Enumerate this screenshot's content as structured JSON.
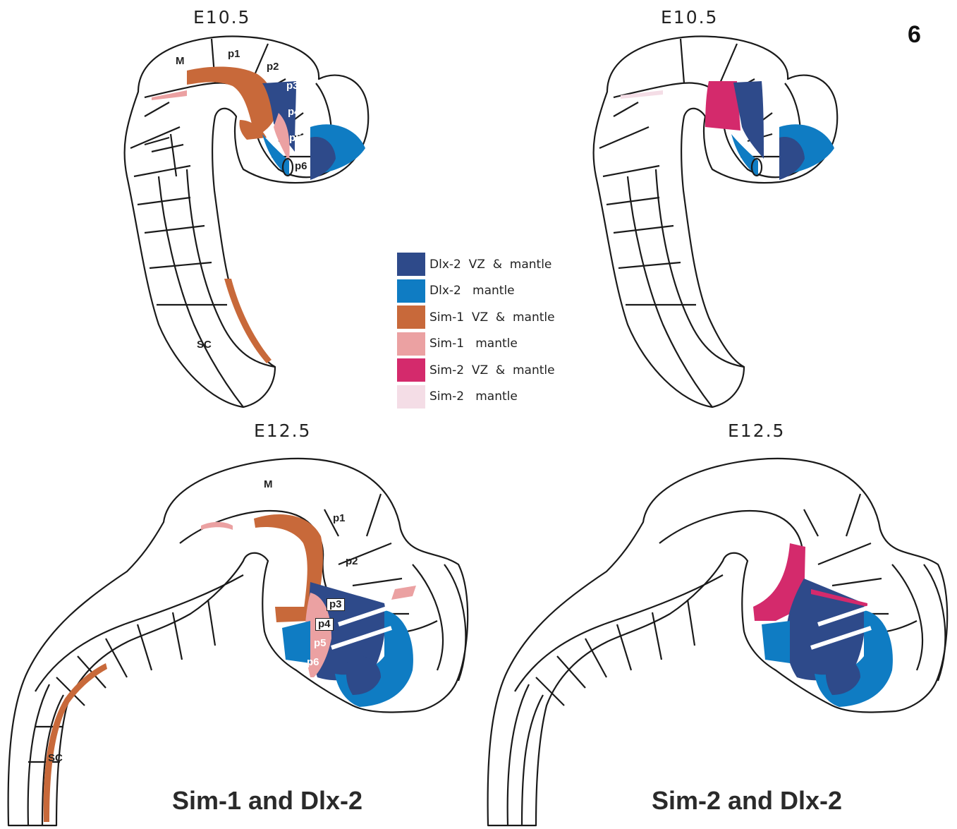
{
  "figure_number": "6",
  "panels": {
    "top_left": {
      "stage": "E10.5",
      "labels": {
        "m": "M",
        "p1": "p1",
        "p2": "p2",
        "p3": "p3",
        "p4": "p4",
        "p5": "p5",
        "p6": "p6",
        "sc": "SC"
      }
    },
    "top_right": {
      "stage": "E10.5"
    },
    "bottom_left": {
      "stage": "E12.5",
      "caption": "Sim-1 and Dlx-2",
      "labels": {
        "m": "M",
        "p1": "p1",
        "p2": "p2",
        "p3": "p3",
        "p4": "p4",
        "p5": "p5",
        "p6": "p6",
        "sc": "SC"
      }
    },
    "bottom_right": {
      "stage": "E12.5",
      "caption": "Sim-2 and Dlx-2"
    }
  },
  "legend": [
    {
      "label": "Dlx-2  VZ  &  mantle",
      "color": "#2e4a8a"
    },
    {
      "label": "Dlx-2   mantle",
      "color": "#0f7cc3"
    },
    {
      "label": "Sim-1  VZ  &  mantle",
      "color": "#c8693a"
    },
    {
      "label": "Sim-1   mantle",
      "color": "#eba1a2"
    },
    {
      "label": "Sim-2  VZ  &  mantle",
      "color": "#d42a6c"
    },
    {
      "label": "Sim-2   mantle",
      "color": "#f4dde6"
    }
  ]
}
